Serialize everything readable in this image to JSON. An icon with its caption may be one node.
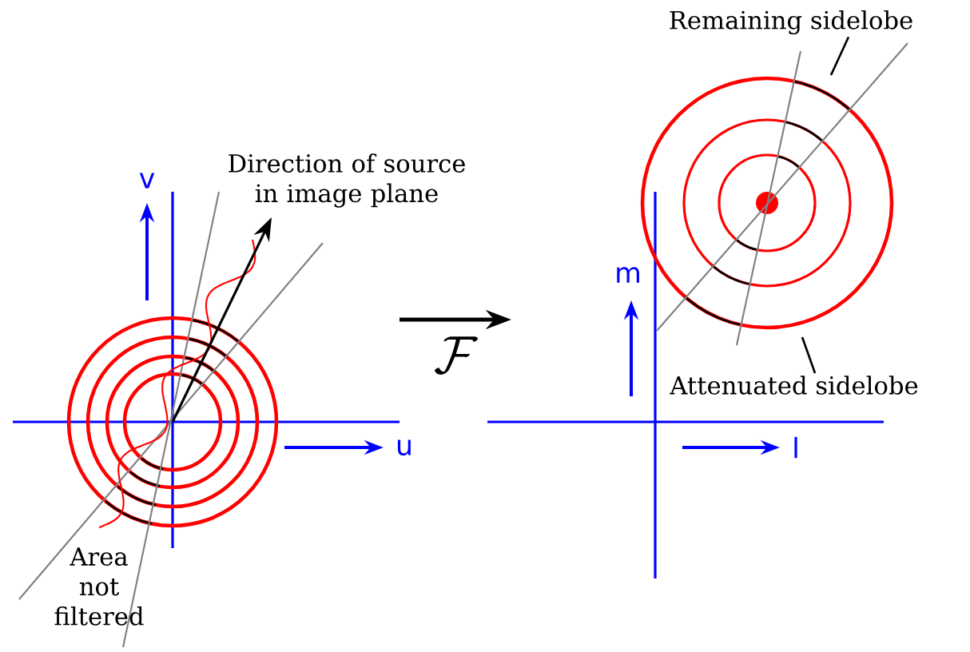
{
  "diagram": {
    "nodes": [
      {
        "text": [
          "Remaining sidelobe"
        ]
      },
      {
        "text": [
          "Attenuated sidelobe"
        ]
      }
    ],
    "edges": [
      {
        "from": 0,
        "to": null,
        "arrow": "none"
      },
      {
        "from": 1,
        "to": null,
        "arrow": "none"
      }
    ],
    "labels": [
      "Direction of source in image plane",
      "v",
      "u",
      "Area not filtered",
      "\\mathcal{F}",
      "m",
      "l"
    ]
  }
}
